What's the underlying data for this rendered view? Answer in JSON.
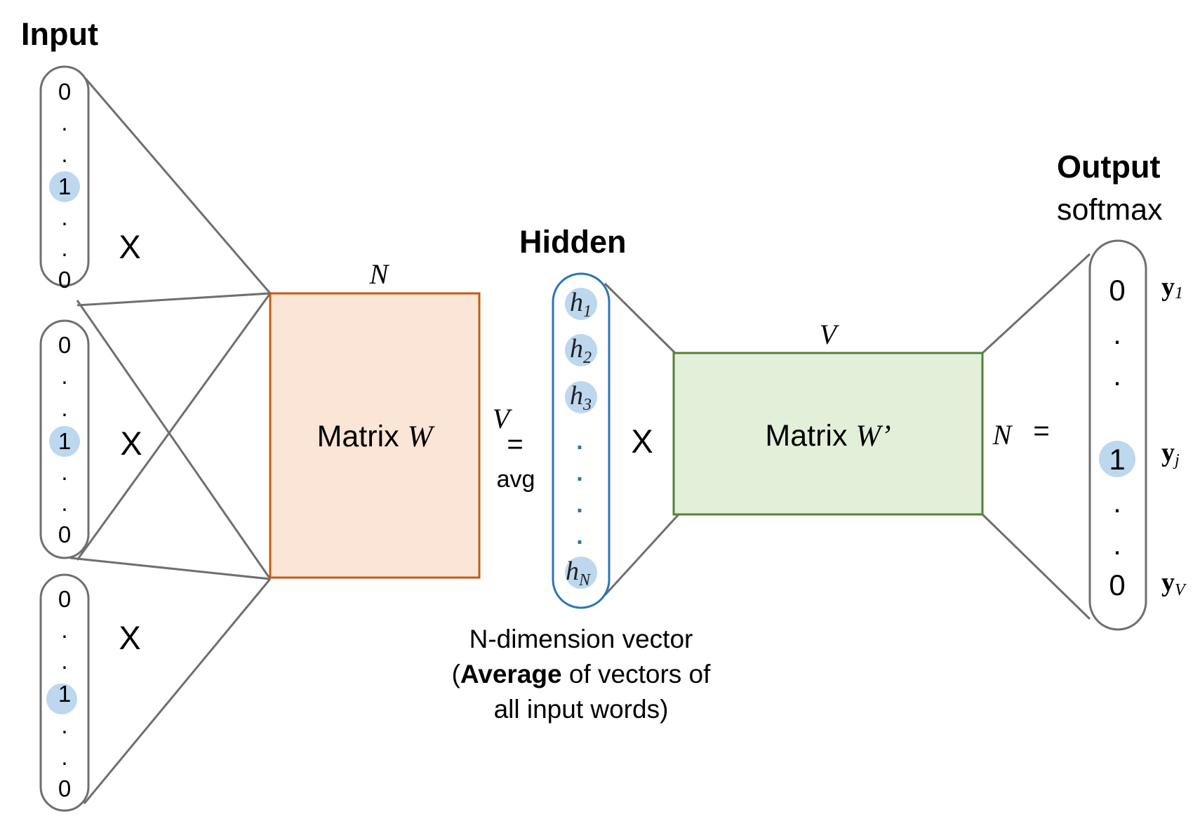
{
  "titles": {
    "input": "Input",
    "hidden": "Hidden",
    "output": "Output",
    "output_sub": "softmax"
  },
  "input_vectors": [
    {
      "top": "0",
      "mid": "1",
      "bottom": "0"
    },
    {
      "top": "0",
      "mid": "1",
      "bottom": "0"
    },
    {
      "top": "0",
      "mid": "1",
      "bottom": "0"
    }
  ],
  "dot": ".",
  "operators": {
    "times": "X",
    "equals": "=",
    "avg": "avg"
  },
  "matrix_w": {
    "label": "Matrix ",
    "symbol": "W",
    "top_dim": "N",
    "side_dim": "V",
    "fill": "#fbe5d6",
    "stroke": "#c55a11"
  },
  "hidden_vector": {
    "h1": "h",
    "h1_sub": "1",
    "h2": "h",
    "h2_sub": "2",
    "h3": "h",
    "h3_sub": "3",
    "hN": "h",
    "hN_sub": "N",
    "stroke": "#2e75b6"
  },
  "hidden_caption": {
    "line1": "N-dimension vector",
    "line2_open": "(",
    "line2_bold": "Average",
    "line2_rest": " of vectors of",
    "line3": "all input words)"
  },
  "matrix_w_prime": {
    "label": "Matrix ",
    "symbol": "W’",
    "top_dim": "V",
    "side_dim": "N",
    "fill": "#e2efd9",
    "stroke": "#548235"
  },
  "output_vector": {
    "top": "0",
    "mid": "1",
    "bottom": "0",
    "y1": "y",
    "y1_sub": "1",
    "yj": "y",
    "yj_sub": "j",
    "yV": "y",
    "yV_sub": "V"
  },
  "colors": {
    "one_hot_highlight": "#bdd7ee",
    "outline": "#6f6f6f"
  }
}
